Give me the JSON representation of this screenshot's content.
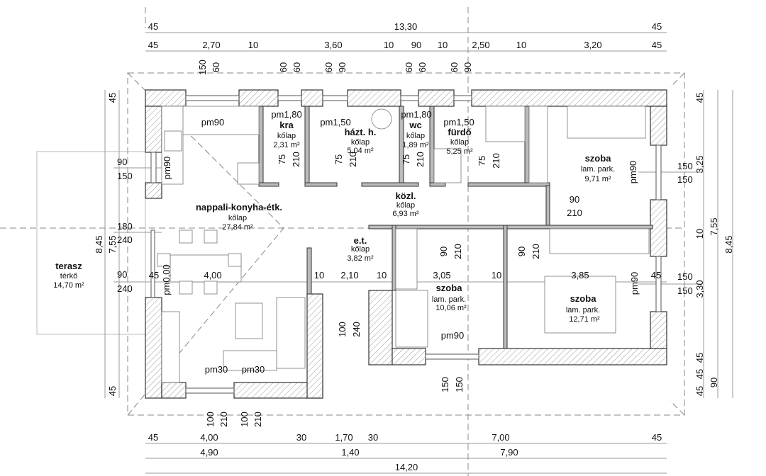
{
  "dims": {
    "top1": [
      "45",
      "13,30",
      "45"
    ],
    "top2": [
      "45",
      "2,70",
      "10",
      "3,60",
      "10",
      "90",
      "10",
      "2,50",
      "10",
      "3,20",
      "45"
    ],
    "top_openings": [
      "150",
      "60",
      "60",
      "60",
      "60",
      "90",
      "60",
      "60",
      "60",
      "90"
    ],
    "bottom1": [
      "45",
      "4,00",
      "30",
      "1,70",
      "30",
      "7,00",
      "45"
    ],
    "bottom2": [
      "4,90",
      "1,40",
      "7,90"
    ],
    "bottom3": "14,20",
    "bottom_openings": [
      "100",
      "210",
      "100",
      "210"
    ],
    "left": [
      "45",
      "90",
      "150",
      "180",
      "240",
      "8,45",
      "7,55",
      "90",
      "240",
      "45"
    ],
    "right": [
      "45",
      "150",
      "150",
      "3,25",
      "10",
      "7,55",
      "8,45",
      "150",
      "150",
      "3,30",
      "45",
      "45",
      "45",
      "90"
    ],
    "middle_row": [
      "45",
      "4,00",
      "10",
      "2,10",
      "10",
      "3,05",
      "10",
      "3,85",
      "45"
    ]
  },
  "rooms": {
    "kamra": {
      "name": "kra",
      "level": "pm1,80",
      "floor": "kőlap",
      "area": "2,31 m²"
    },
    "haztartasi": {
      "name": "házt. h.",
      "level": "pm1,50",
      "floor": "kőlap",
      "area": "5,04 m²"
    },
    "wc": {
      "name": "wc",
      "level": "pm1,80",
      "floor": "kőlap",
      "area": "1,89 m²"
    },
    "furdo": {
      "name": "fürdő",
      "level": "pm1,50",
      "floor": "kőlap",
      "area": "5,25 m²"
    },
    "szoba1": {
      "name": "szoba",
      "floor": "lam. park.",
      "area": "9,71 m²"
    },
    "kozl": {
      "name": "közl.",
      "floor": "kőlap",
      "area": "6,93 m²"
    },
    "nappali": {
      "name": "nappali-konyha-étk.",
      "floor": "kőlap",
      "area": "27,84 m²"
    },
    "et": {
      "name": "e.t.",
      "floor": "kőlap",
      "area": "3,82 m²"
    },
    "szoba2": {
      "name": "szoba",
      "floor": "lam. park.",
      "area": "10,06 m²"
    },
    "szoba3": {
      "name": "szoba",
      "floor": "lam. park.",
      "area": "12,71 m²"
    },
    "terasz": {
      "name": "terasz",
      "floor": "térkő",
      "area": "14,70 m²"
    }
  },
  "labels": {
    "kitchen_pm": "pm90",
    "kitchen_pm_v": "pm90",
    "doors_75_210": [
      "75",
      "210",
      "75",
      "210",
      "75",
      "210",
      "75",
      "210"
    ],
    "szoba1_door": [
      "90",
      "210"
    ],
    "szoba1_pm": "pm90",
    "bed_doors": [
      "90",
      "210",
      "90",
      "210"
    ],
    "pm000": "pm0,00",
    "szoba3_pm": "pm90",
    "szoba2_pm": "pm90",
    "entrance": [
      "100",
      "240"
    ],
    "pm30": [
      "pm30",
      "pm30"
    ],
    "window_bottom": [
      "150",
      "150"
    ]
  }
}
